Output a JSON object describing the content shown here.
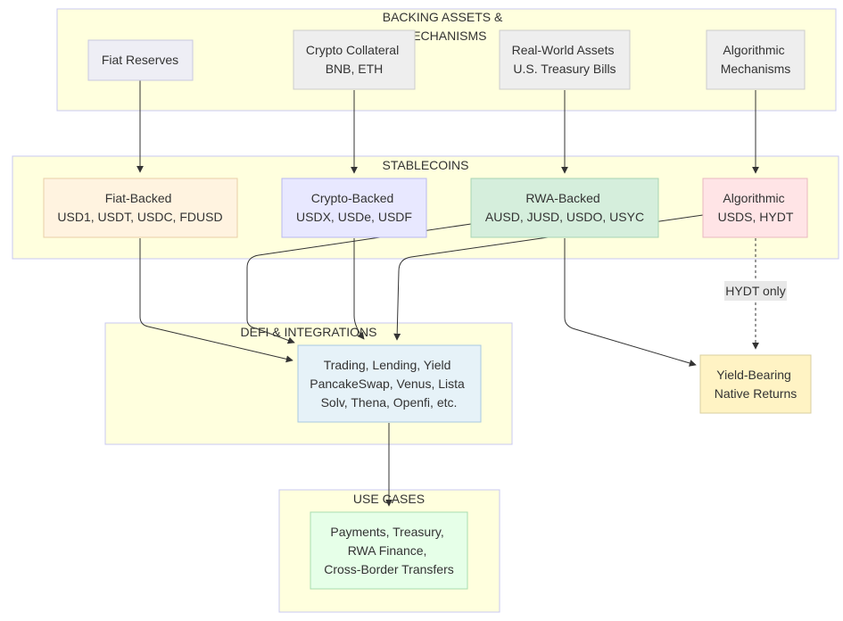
{
  "clusters": {
    "backing": {
      "lines": [
        "BACKING ASSETS &",
        "MECHANISMS"
      ],
      "fill": "#ffffde",
      "stroke": "#c8c8f0"
    },
    "stablecoins": {
      "lines": [
        "STABLECOINS"
      ],
      "fill": "#ffffde",
      "stroke": "#c8c8f0"
    },
    "defi": {
      "lines": [
        "DEFI & INTEGRATIONS"
      ],
      "fill": "#ffffde",
      "stroke": "#c8c8f0"
    },
    "usecases": {
      "lines": [
        "USE CASES"
      ],
      "fill": "#ffffde",
      "stroke": "#c8c8f0"
    }
  },
  "nodes": {
    "fiat_reserves": {
      "lines": [
        "Fiat Reserves"
      ],
      "fill": "#eeeef5",
      "stroke": "#c8c8e0"
    },
    "crypto_collateral": {
      "lines": [
        "Crypto Collateral",
        "BNB, ETH"
      ],
      "fill": "#eeeeee",
      "stroke": "#cccccc"
    },
    "rwa_assets": {
      "lines": [
        "Real-World Assets",
        "U.S. Treasury Bills"
      ],
      "fill": "#eeeeee",
      "stroke": "#cccccc"
    },
    "algo_mechanisms": {
      "lines": [
        "Algorithmic",
        "Mechanisms"
      ],
      "fill": "#eeeeee",
      "stroke": "#cccccc"
    },
    "fiat_backed": {
      "lines": [
        "Fiat-Backed",
        "USD1, USDT, USDC, FDUSD"
      ],
      "fill": "#fff3e0",
      "stroke": "#e8cfa8"
    },
    "crypto_backed": {
      "lines": [
        "Crypto-Backed",
        "USDX, USDe, USDF"
      ],
      "fill": "#e8e8ff",
      "stroke": "#b8b8f0"
    },
    "rwa_backed": {
      "lines": [
        "RWA-Backed",
        "AUSD, JUSD, USDO, USYC"
      ],
      "fill": "#d5eedc",
      "stroke": "#a8d4b4"
    },
    "algorithmic": {
      "lines": [
        "Algorithmic",
        "USDS, HYDT"
      ],
      "fill": "#ffe4e6",
      "stroke": "#e8b8c0"
    },
    "defi_node": {
      "lines": [
        "Trading, Lending, Yield",
        "PancakeSwap, Venus, Lista",
        "Solv, Thena, Openfi, etc."
      ],
      "fill": "#e6f2f8",
      "stroke": "#a8c8e0"
    },
    "yield_bearing": {
      "lines": [
        "Yield-Bearing",
        "Native Returns"
      ],
      "fill": "#fff3c4",
      "stroke": "#d8cfa0"
    },
    "use_node": {
      "lines": [
        "Payments, Treasury,",
        "RWA Finance,",
        "Cross-Border Transfers"
      ],
      "fill": "#e6ffe8",
      "stroke": "#a8dcb0"
    }
  },
  "edge_labels": {
    "hydt_only": "HYDT only"
  },
  "colors": {
    "edge": "#333333",
    "edge_label_bg": "#e8e8e8"
  }
}
